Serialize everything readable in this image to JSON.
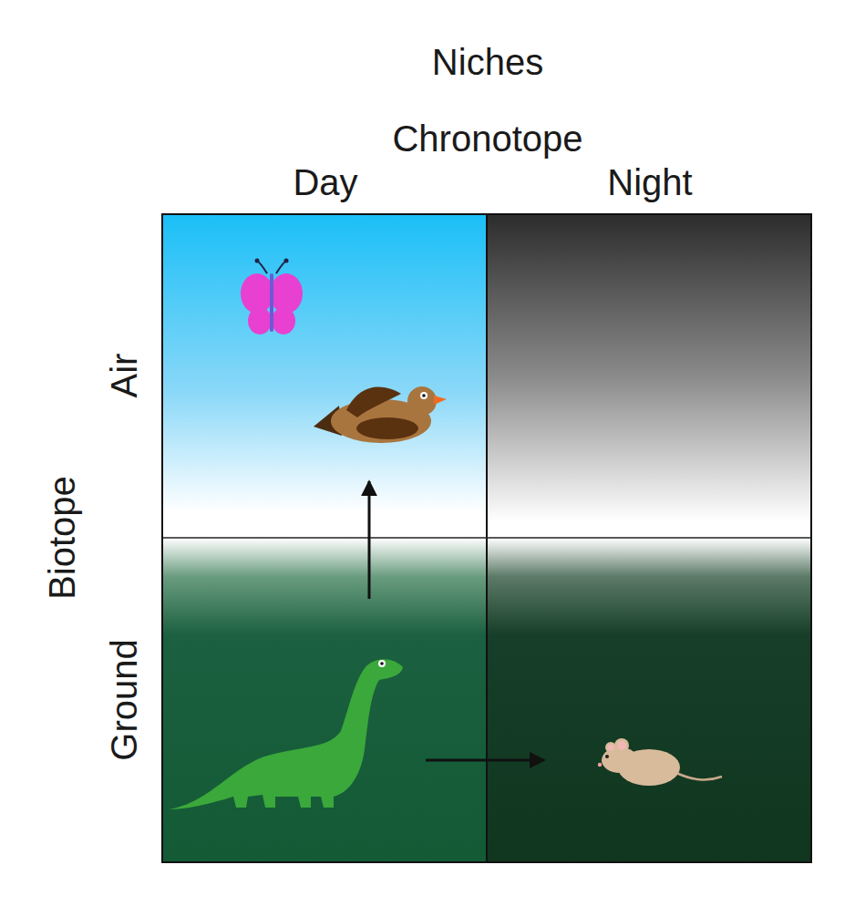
{
  "diagram": {
    "title": "Niches",
    "labels": [
      "Chronotope",
      "Day",
      "Night",
      "Biotope",
      "Air",
      "Ground"
    ]
  }
}
